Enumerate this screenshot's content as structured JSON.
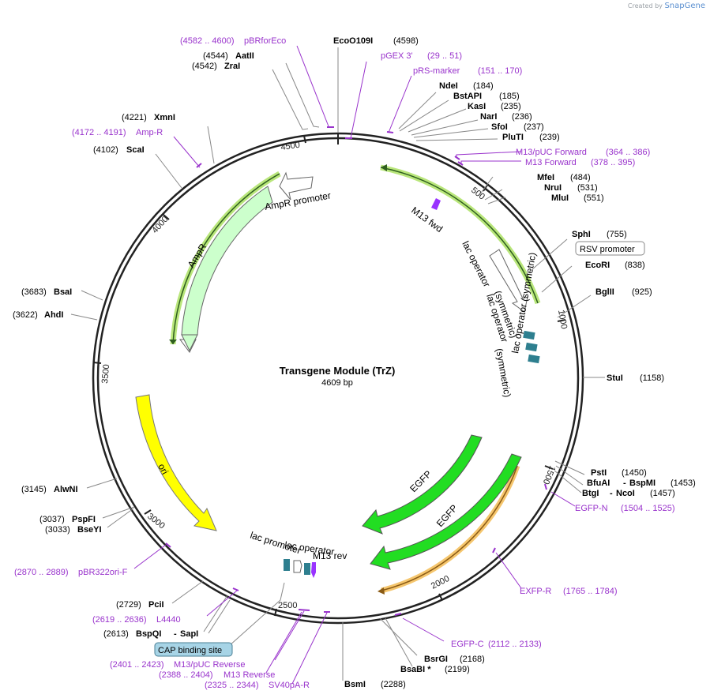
{
  "app": {
    "credit_prefix": "Created by",
    "credit_brand": "SnapGene"
  },
  "plasmid": {
    "name": "Transgene Module (TrZ)",
    "length_label": "4609 bp",
    "length": 4609
  },
  "ticks": [
    {
      "label": "500",
      "pos": 500
    },
    {
      "label": "1000",
      "pos": 1000
    },
    {
      "label": "1500",
      "pos": 1500
    },
    {
      "label": "2000",
      "pos": 2000
    },
    {
      "label": "2500",
      "pos": 2500
    },
    {
      "label": "3000",
      "pos": 3000
    },
    {
      "label": "3500",
      "pos": 3500
    },
    {
      "label": "4000",
      "pos": 4000
    },
    {
      "label": "4500",
      "pos": 4500
    }
  ],
  "enzymes": [
    {
      "name": "EcoO109I",
      "pos": "(4598)"
    },
    {
      "name": "AatII",
      "pos": "(4544)"
    },
    {
      "name": "ZraI",
      "pos": "(4542)"
    },
    {
      "name": "XmnI",
      "pos": "(4221)"
    },
    {
      "name": "ScaI",
      "pos": "(4102)"
    },
    {
      "name": "NdeI",
      "pos": "(184)"
    },
    {
      "name": "BstAPI",
      "pos": "(185)"
    },
    {
      "name": "KasI",
      "pos": "(235)"
    },
    {
      "name": "NarI",
      "pos": "(236)"
    },
    {
      "name": "SfoI",
      "pos": "(237)"
    },
    {
      "name": "PluTI",
      "pos": "(239)"
    },
    {
      "name": "MfeI",
      "pos": "(484)"
    },
    {
      "name": "NruI",
      "pos": "(531)"
    },
    {
      "name": "MluI",
      "pos": "(551)"
    },
    {
      "name": "SphI",
      "pos": "(755)"
    },
    {
      "name": "EcoRI",
      "pos": "(838)"
    },
    {
      "name": "BglII",
      "pos": "(925)"
    },
    {
      "name": "StuI",
      "pos": "(1158)"
    },
    {
      "name": "PstI",
      "pos": "(1450)"
    },
    {
      "name": "BfuAI",
      "pos": "(1453)"
    },
    {
      "name": "BspMI",
      "pos": ""
    },
    {
      "name": "BtgI",
      "pos": "(1457)"
    },
    {
      "name": "NcoI",
      "pos": ""
    },
    {
      "name": "BsaI",
      "pos": "(3683)"
    },
    {
      "name": "AhdI",
      "pos": "(3622)"
    },
    {
      "name": "AlwNI",
      "pos": "(3145)"
    },
    {
      "name": "PspFI",
      "pos": "(3037)"
    },
    {
      "name": "BseYI",
      "pos": "(3033)"
    },
    {
      "name": "PciI",
      "pos": "(2729)"
    },
    {
      "name": "BspQI",
      "pos": "(2613)"
    },
    {
      "name": "SapI",
      "pos": ""
    },
    {
      "name": "BsrGI",
      "pos": "(2168)"
    },
    {
      "name": "BsaBI *",
      "pos": "(2199)"
    },
    {
      "name": "BsmI",
      "pos": "(2288)"
    }
  ],
  "primers": [
    {
      "name": "pBRforEco",
      "range": "(4582 .. 4600)"
    },
    {
      "name": "pGEX 3'",
      "range": "(29 .. 51)"
    },
    {
      "name": "pRS-marker",
      "range": "(151 .. 170)"
    },
    {
      "name": "M13/pUC Forward",
      "range": "(364 .. 386)"
    },
    {
      "name": "M13 Forward",
      "range": "(378 .. 395)"
    },
    {
      "name": "Amp-R",
      "range": "(4172 .. 4191)"
    },
    {
      "name": "EGFP-N",
      "range": "(1504 .. 1525)"
    },
    {
      "name": "EXFP-R",
      "range": "(1765 .. 1784)"
    },
    {
      "name": "EGFP-C",
      "range": "(2112 .. 2133)"
    },
    {
      "name": "pBR322ori-F",
      "range": "(2870 .. 2889)"
    },
    {
      "name": "L4440",
      "range": "(2619 .. 2636)"
    },
    {
      "name": "M13/pUC Reverse",
      "range": "(2401 .. 2423)"
    },
    {
      "name": "M13 Reverse",
      "range": "(2388 .. 2404)"
    },
    {
      "name": "SV40pA-R",
      "range": "(2325 .. 2344)"
    }
  ],
  "features": {
    "ampr_promoter": "AmpR promoter",
    "ampr": "AmpR",
    "m13_fwd": "M13 fwd",
    "lac_op_1": "lac operator",
    "lac_op_sym_1": "(symmetric)",
    "lac_op_2": "lac operator",
    "lac_op_sym_2": "(symmetric)",
    "lac_op_sym_3": "lac operator (symmetric)",
    "rsv_promoter": "RSV promoter",
    "egfp_1": "EGFP",
    "egfp_2": "EGFP",
    "ori": "ori",
    "lac_operator": "lac operator",
    "lac_promoter": "lac promoter",
    "m13_rev": "M13 rev",
    "cap_site": "CAP binding site"
  },
  "colors": {
    "backbone": "#222222",
    "enzyme_text": "#000000",
    "primer": "#9933cc",
    "ampr_fill": "#ccffcc",
    "ampr_glow": "#a8e05a",
    "egfp_fill": "#22dd22",
    "egfp_glow": "#f2b84a",
    "ori_fill": "#ffff00",
    "lac_box": "#2e7f8f",
    "m13_arrow": "#9933ff",
    "cap_box": "#a7d4e6"
  }
}
